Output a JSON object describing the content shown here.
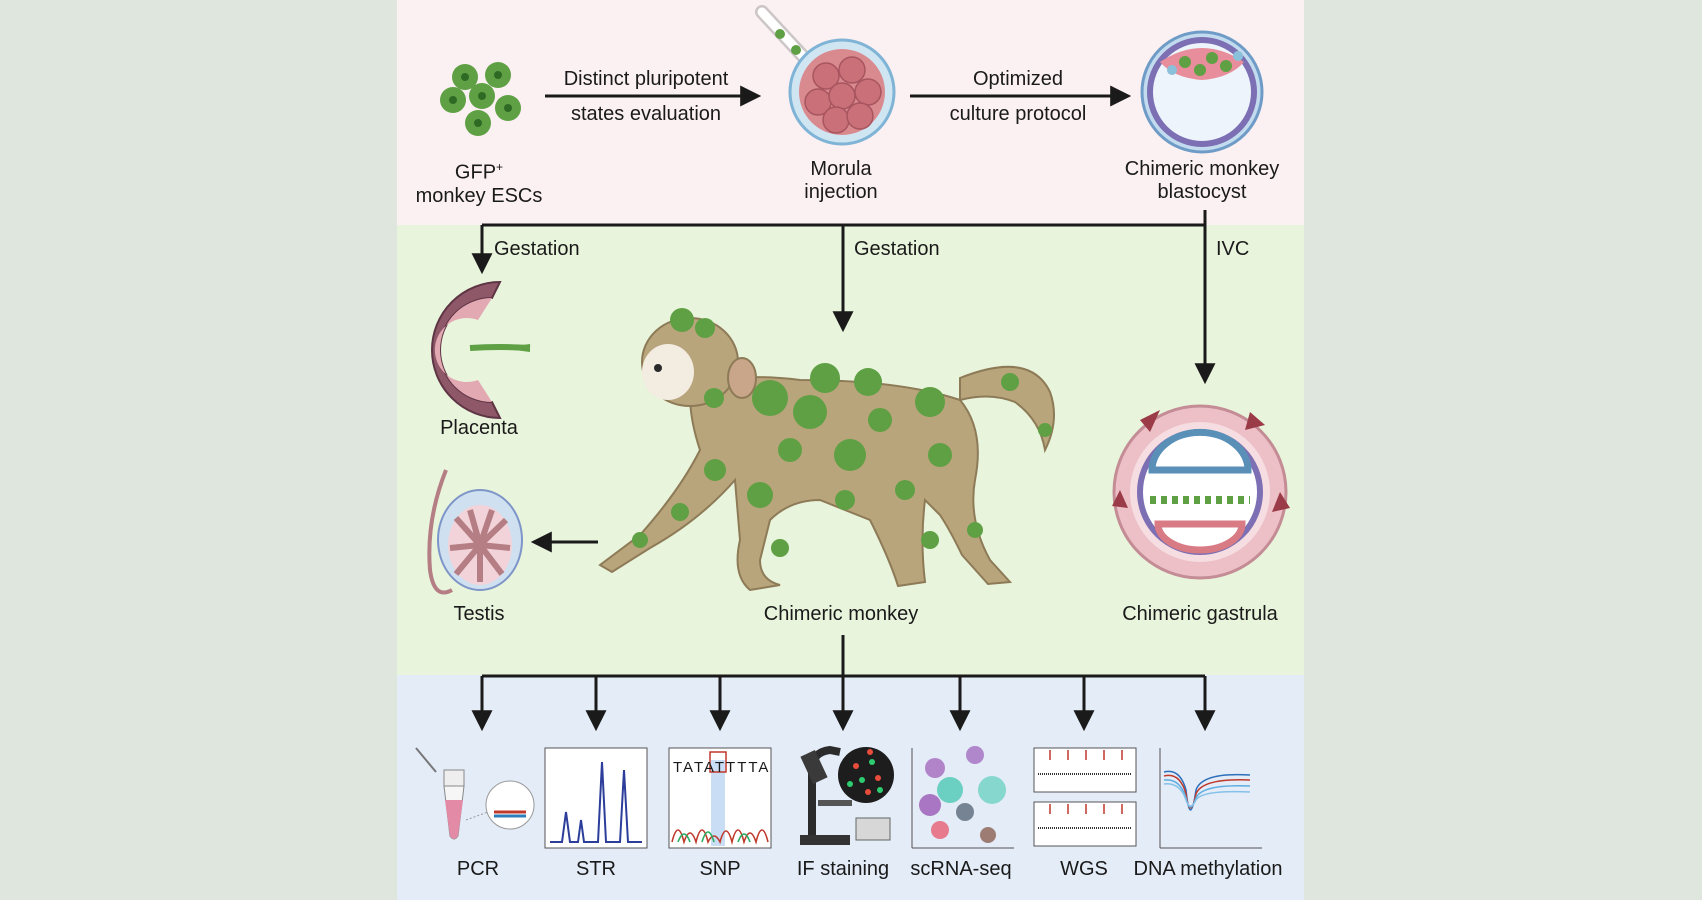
{
  "top": {
    "esc_label_line1": "GFP",
    "esc_label_sup": "+",
    "esc_label_line2": "monkey ESCs",
    "arrow1_line1": "Distinct pluripotent",
    "arrow1_line2": "states evaluation",
    "morula_line1": "Morula",
    "morula_line2": "injection",
    "arrow2_line1": "Optimized",
    "arrow2_line2": "culture protocol",
    "blast_line1": "Chimeric monkey",
    "blast_line2": "blastocyst"
  },
  "middle": {
    "gestation_left": "Gestation",
    "gestation_center": "Gestation",
    "ivc": "IVC",
    "placenta": "Placenta",
    "testis": "Testis",
    "monkey": "Chimeric monkey",
    "gastrula": "Chimeric gastrula"
  },
  "bottom": {
    "assays": [
      {
        "label": "PCR"
      },
      {
        "label": "STR"
      },
      {
        "label": "SNP"
      },
      {
        "label": "IF staining"
      },
      {
        "label": "scRNA-seq"
      },
      {
        "label": "WGS"
      },
      {
        "label": "DNA methylation"
      }
    ],
    "snp_sequence": "TATATTTTA"
  },
  "colors": {
    "gfp_green": "#5fa044",
    "monkey_fur": "#b9a57c",
    "arrow": "#1a1a1a",
    "embryo_pink": "#d97b85"
  }
}
